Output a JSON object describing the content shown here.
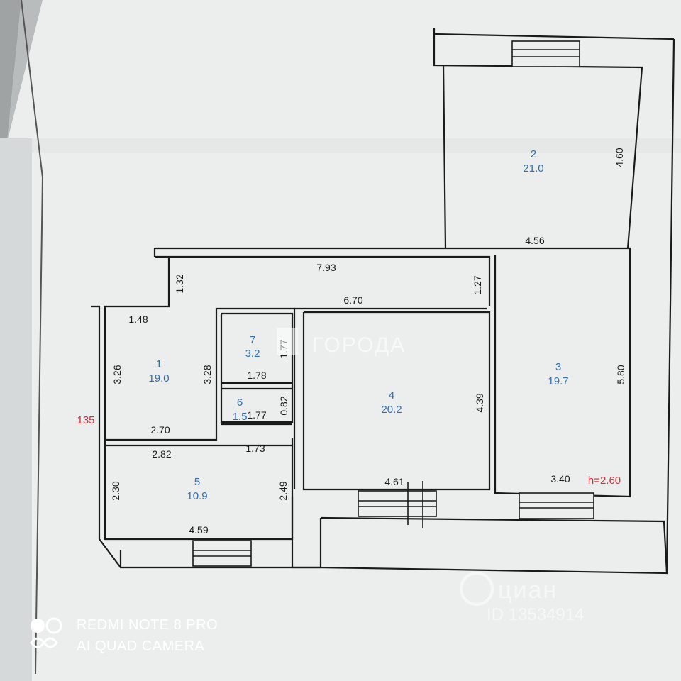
{
  "rooms": [
    {
      "number": "1",
      "area": "19.0"
    },
    {
      "number": "2",
      "area": "21.0"
    },
    {
      "number": "3",
      "area": "19.7"
    },
    {
      "number": "4",
      "area": "20.2"
    },
    {
      "number": "5",
      "area": "10.9"
    },
    {
      "number": "6",
      "area": "1.5"
    },
    {
      "number": "7",
      "area": "3.2"
    }
  ],
  "dimensions": {
    "d793": "7.93",
    "d670": "6.70",
    "d456": "4.56",
    "d460": "4.60",
    "d132": "1.32",
    "d148": "1.48",
    "d127": "1.27",
    "d326": "3.26",
    "d328": "3.28",
    "d177": "1.77",
    "d178": "1.78",
    "d082": "0.82",
    "d177b": "1.77",
    "d270": "2.70",
    "d282": "2.82",
    "d173": "1.73",
    "d230": "2.30",
    "d249": "2.49",
    "d459": "4.59",
    "d439": "4.39",
    "d461": "4.61",
    "d580": "5.80",
    "d340": "3.40"
  },
  "ceiling_height": "h=2.60",
  "red_mark": "135",
  "watermarks": {
    "gorod": "ГОРОДА",
    "cian": "циан",
    "cian_id": "ID 13534914"
  },
  "camera_stamp": {
    "line1": "REDMI NOTE 8 PRO",
    "line2": "AI QUAD CAMERA"
  },
  "colors": {
    "paper": "#f3f4f4",
    "wall": "#1a1a1a",
    "area_text": "#2f6db0",
    "red_text": "#c8313a"
  }
}
